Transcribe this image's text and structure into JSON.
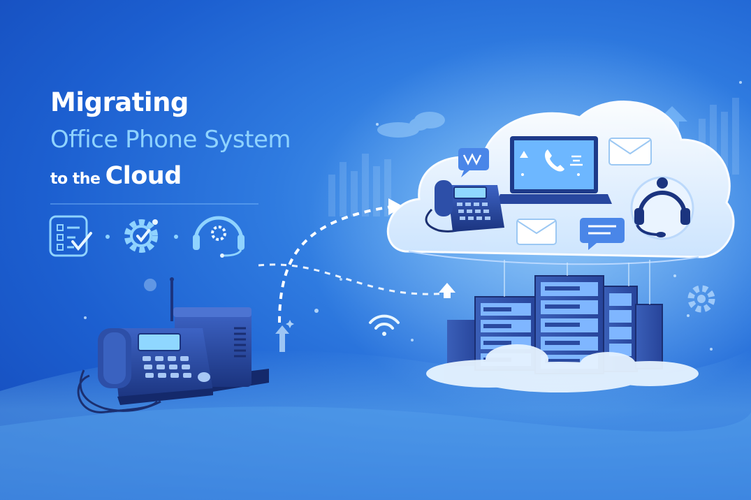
{
  "headline": {
    "line1": "Migrating",
    "line2": "Office Phone System",
    "line3_prefix": "to the",
    "line3_emphasis": "Cloud"
  },
  "colors": {
    "background_dark": "#1448b8",
    "background_light": "#5aa8f2",
    "accent_text": "#8fd3ff",
    "device_navy": "#1d3a8a",
    "cloud_white": "#eaf4ff"
  },
  "icons": [
    "checklist-icon",
    "gear-icon",
    "headset-support-icon",
    "desk-phone-icon",
    "laptop-icon",
    "envelope-icon",
    "chat-bubble-icon",
    "wifi-icon",
    "server-rack-icon",
    "upload-arrow-icon"
  ]
}
